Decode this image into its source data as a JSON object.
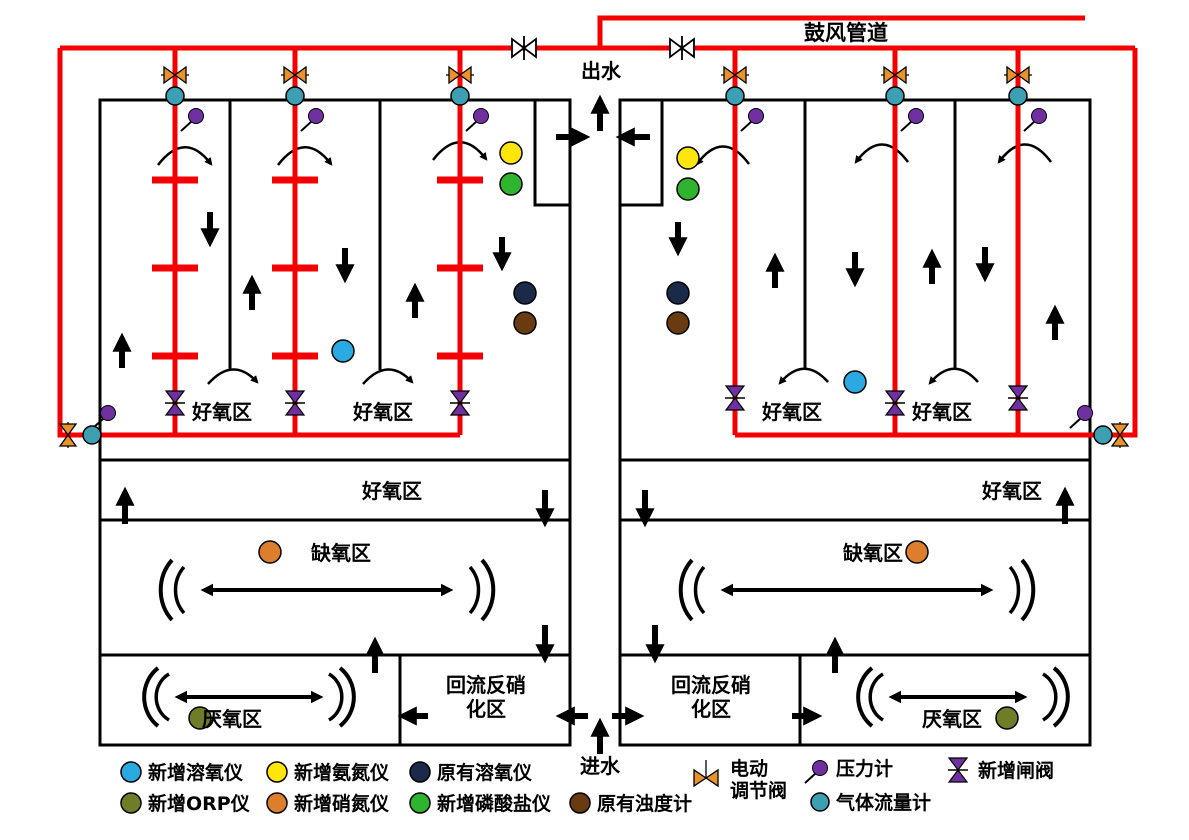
{
  "diagram": {
    "labels": {
      "blower_pipe": "鼓风管道",
      "outlet": "出水",
      "inlet": "进水",
      "aerobic_zone": "好氧区",
      "anoxic_zone": "缺氧区",
      "anaerobic_zone": "厌氧区",
      "return_denit_line1": "回流反硝",
      "return_denit_line2": "化区"
    }
  },
  "legend": {
    "new_do": "新增溶氧仪",
    "new_orp": "新增ORP仪",
    "new_ammonia": "新增氨氮仪",
    "new_nitrate": "新增硝氮仪",
    "existing_do": "原有溶氧仪",
    "new_phosphate": "新增磷酸盐仪",
    "existing_turbidity": "原有浊度计",
    "electric_valve_line1": "电动",
    "electric_valve_line2": "调节阀",
    "pressure_gauge": "压力计",
    "gas_flow_meter": "气体流量计",
    "new_gate_valve": "新增闸阀"
  },
  "colors": {
    "pipe_red": "#F40000",
    "new_do": "#2BAAE2",
    "new_orp": "#6E7D27",
    "new_ammonia": "#FFE60A",
    "new_nitrate": "#DC7E2B",
    "existing_do": "#1B2A49",
    "new_phosphate": "#2EB42E",
    "existing_turbidity": "#6A3B10",
    "valve_orange": "#E8922B",
    "valve_purple": "#7030A0",
    "pressure_purple": "#7030A0",
    "gas_flow": "#3D9FB2"
  }
}
